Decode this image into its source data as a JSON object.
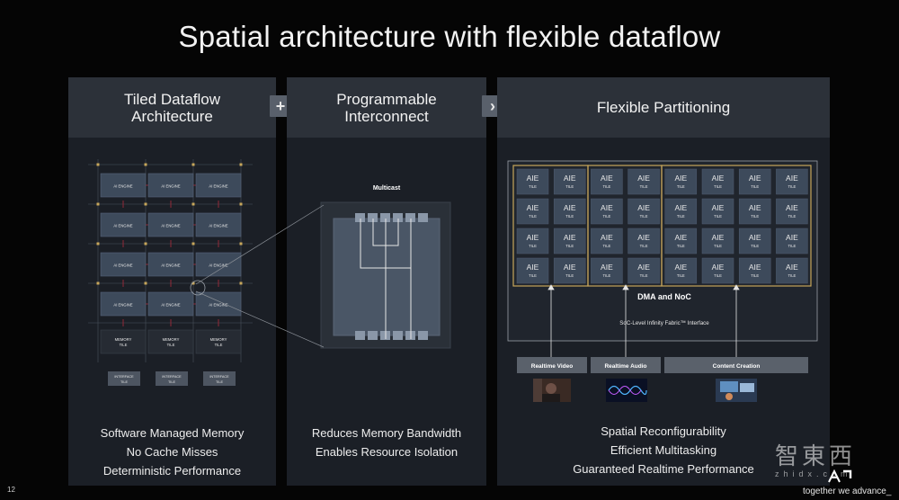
{
  "slide": {
    "title": "Spatial architecture with flexible dataflow",
    "page_number": "12",
    "footer": "together we advance_"
  },
  "operators": {
    "plus": "+",
    "arrow": "›"
  },
  "panels": {
    "tiled": {
      "heading": "Tiled Dataflow\nArchitecture",
      "engine_label": "AI ENGINE",
      "memory_label": "MEMORY\nTILE",
      "interface_label": "INTERFACE\nTILE",
      "captions": [
        "Software Managed Memory",
        "No Cache Misses",
        "Deterministic Performance"
      ]
    },
    "interconnect": {
      "heading": "Programmable\nInterconnect",
      "multicast_label": "Multicast",
      "captions": [
        "Reduces Memory Bandwidth",
        "Enables Resource Isolation"
      ]
    },
    "partitioning": {
      "heading": "Flexible Partitioning",
      "tile_label_top": "AIE",
      "tile_label_bottom": "TILE",
      "dma_label": "DMA and NoC",
      "fabric_label": "SoC-Level Infinity Fabric™ Interface",
      "workloads": [
        "Realtime Video",
        "Realtime Audio",
        "Content Creation"
      ],
      "captions": [
        "Spatial Reconfigurability",
        "Efficient Multitasking",
        "Guaranteed Realtime Performance"
      ],
      "accent_color": "#c8a75a"
    }
  },
  "watermark": {
    "text": "智東西",
    "subtext": "zhidx.com",
    "logo": "amd-logo"
  }
}
